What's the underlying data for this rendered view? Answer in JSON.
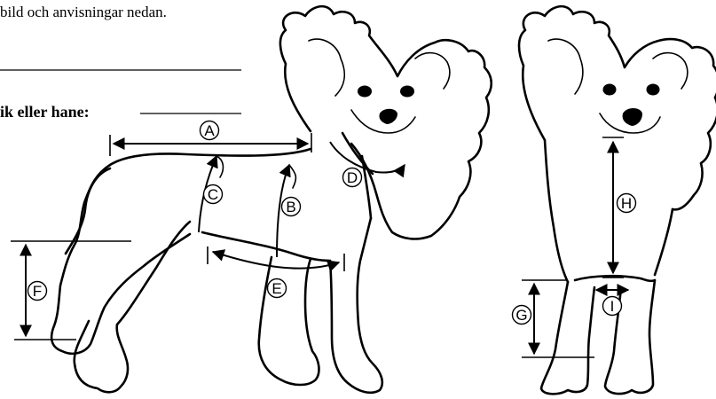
{
  "text": {
    "intro_fragment": "bild och anvisningar nedan.",
    "sex_fragment": "ik eller hane:"
  },
  "labels": {
    "A": "A",
    "B": "B",
    "C": "C",
    "D": "D",
    "E": "E",
    "F": "F",
    "G": "G",
    "H": "H",
    "I": "I"
  },
  "colors": {
    "ink": "#000000",
    "background": "#ffffff"
  }
}
